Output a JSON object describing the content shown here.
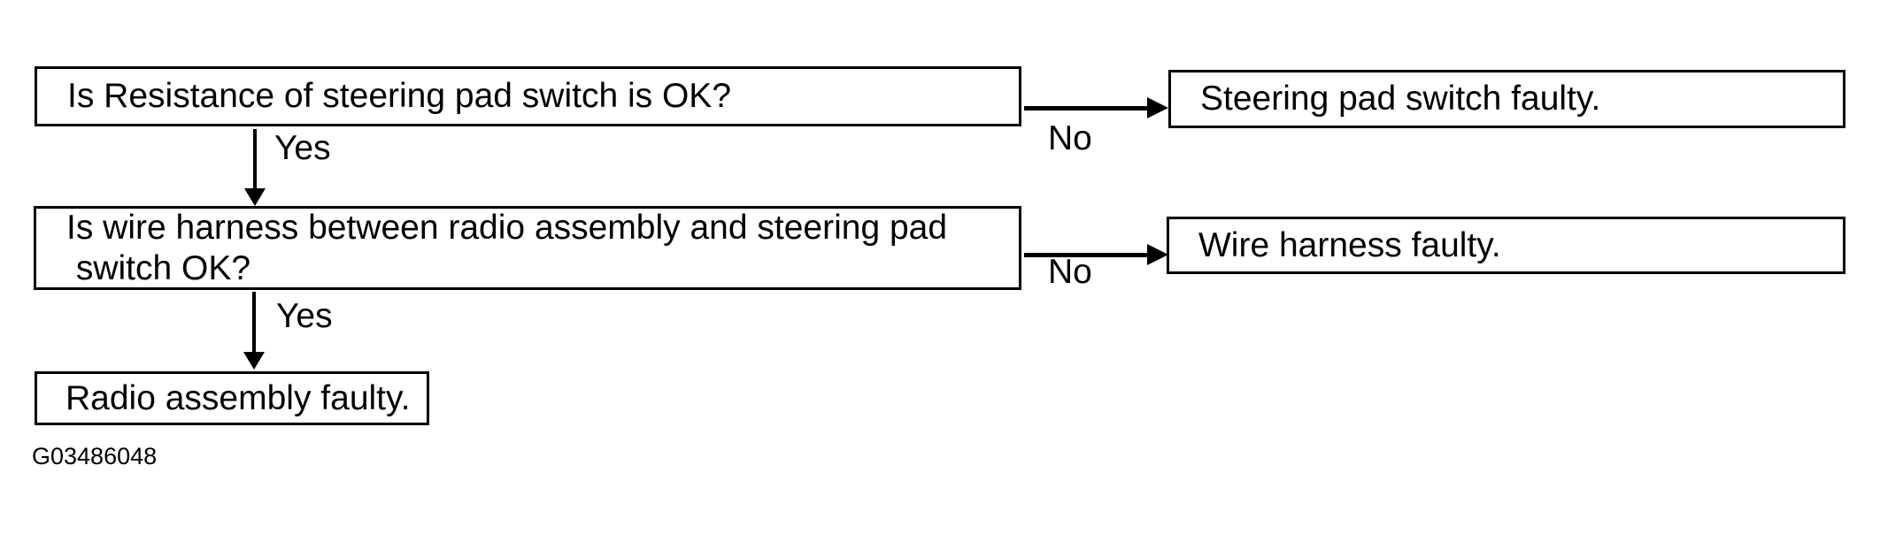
{
  "page": {
    "background": "#ffffff",
    "figure_id": "G03486048"
  },
  "flowchart": {
    "type": "troubleshooting-flowchart",
    "colors": {
      "line": "#000000",
      "box_border": "#000000",
      "box_fill": "#ffffff",
      "text": "#000000"
    },
    "nodes": {
      "q1": {
        "id": "q1",
        "kind": "question",
        "text": "Is Resistance of steering pad switch is OK?"
      },
      "r1": {
        "id": "r1",
        "kind": "result",
        "text": "Steering pad switch faulty."
      },
      "q2": {
        "id": "q2",
        "kind": "question",
        "line1": "Is wire harness between radio assembly and steering pad",
        "line2": " switch OK?"
      },
      "r2": {
        "id": "r2",
        "kind": "result",
        "text": "Wire harness faulty."
      },
      "r3": {
        "id": "r3",
        "kind": "result",
        "text": "Radio assembly faulty."
      }
    },
    "edges": [
      {
        "from": "q1",
        "to": "q2",
        "label": "Yes",
        "direction": "down"
      },
      {
        "from": "q1",
        "to": "r1",
        "label": "No",
        "direction": "right"
      },
      {
        "from": "q2",
        "to": "r3",
        "label": "Yes",
        "direction": "down"
      },
      {
        "from": "q2",
        "to": "r2",
        "label": "No",
        "direction": "right"
      }
    ]
  }
}
